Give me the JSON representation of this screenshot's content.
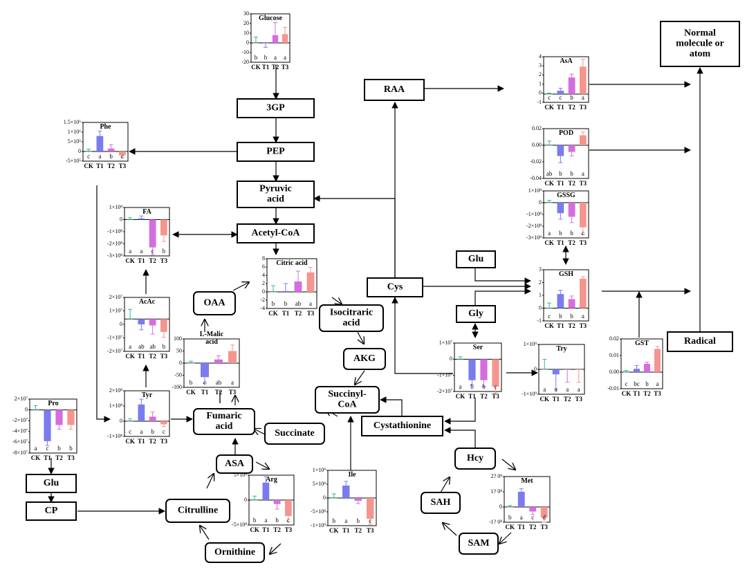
{
  "colors": {
    "CK": "#2eb88a",
    "T1": "#7b7bf0",
    "T2": "#d46ee0",
    "T3": "#f5958f"
  },
  "nodes": {
    "g3p": "3GP",
    "pep": "PEP",
    "pyruvic": "Pyruvic\nacid",
    "acetyl": "Acetyl-CoA",
    "raa": "RAA",
    "normal": "Normal\nmolecule or\natom",
    "oaa": "OAA",
    "isocitraric": "Isocitraric\nacid",
    "akg": "AKG",
    "succinyl": "Succinyl-\nCoA",
    "fumaric": "Fumaric\nacid",
    "succinate": "Succinate",
    "cystathionine": "Cystathionine",
    "cys": "Cys",
    "glu_right": "Glu",
    "gly": "Gly",
    "radical": "Radical",
    "glu_left": "Glu",
    "cp": "CP",
    "asa": "ASA",
    "citrulline": "Citrulline",
    "ornithine": "Ornithine",
    "hcy": "Hcy",
    "sah": "SAH",
    "sam": "SAM"
  },
  "chart_data": [
    {
      "id": "glucose",
      "type": "bar",
      "title": "Glucose",
      "categories": [
        "CK",
        "T1",
        "T2",
        "T3"
      ],
      "values": [
        0,
        -0.5,
        8,
        9
      ],
      "errors": [
        6,
        4,
        13,
        7
      ],
      "letters": [
        "b",
        "b",
        "a",
        "a"
      ],
      "ylim": [
        -20,
        30
      ],
      "ticks": [
        "30",
        "20",
        "10",
        "0",
        "-10",
        "-20"
      ]
    },
    {
      "id": "phe",
      "type": "bar",
      "title": "Phe",
      "categories": [
        "CK",
        "T1",
        "T2",
        "T3"
      ],
      "values": [
        0,
        800000,
        150000,
        -200000
      ],
      "errors": [
        120000,
        250000,
        200000,
        100000
      ],
      "letters": [
        "c",
        "a",
        "b",
        "c"
      ],
      "ylim": [
        -500000,
        1500000
      ],
      "ticks": [
        "1.5×10⁶",
        "1×10⁶",
        "5×10⁵",
        "0",
        "-5×10⁵"
      ]
    },
    {
      "id": "fa",
      "type": "bar",
      "title": "FA",
      "categories": [
        "CK",
        "T1",
        "T2",
        "T3"
      ],
      "values": [
        0,
        0.1,
        -2.3,
        -1.3
      ],
      "errors": [
        0.15,
        0.2,
        0.6,
        0.5
      ],
      "letters": [
        "a",
        "a",
        "c",
        "b"
      ],
      "ylim": [
        -3,
        1
      ],
      "ticks": [
        "1×10⁸",
        "0",
        "-1×10⁸",
        "-2×10⁸",
        "-3×10⁸"
      ]
    },
    {
      "id": "citric",
      "type": "bar",
      "title": "Citric acid",
      "categories": [
        "CK",
        "T1",
        "T2",
        "T3"
      ],
      "values": [
        0,
        0.2,
        2.5,
        4.7
      ],
      "errors": [
        1.5,
        1.8,
        2.5,
        1.2
      ],
      "letters": [
        "b",
        "b",
        "ab",
        "a"
      ],
      "ylim": [
        -4,
        8
      ],
      "ticks": [
        "8",
        "6",
        "4",
        "2",
        "0",
        "-2",
        "-4"
      ]
    },
    {
      "id": "acac",
      "type": "bar",
      "title": "AcAc",
      "categories": [
        "CK",
        "T1",
        "T2",
        "T3"
      ],
      "values": [
        0,
        -0.5,
        -0.6,
        -1.2
      ],
      "errors": [
        0.9,
        0.5,
        0.8,
        0.5
      ],
      "letters": [
        "a",
        "ab",
        "ab",
        "b"
      ],
      "ylim": [
        -3,
        2
      ],
      "ticks": [
        "2×10⁷",
        "1×10⁷",
        "0",
        "-1×10⁷",
        "-2×10⁷"
      ]
    },
    {
      "id": "lmalic",
      "type": "bar",
      "title": "L-Malic\nacid",
      "categories": [
        "CK",
        "T1",
        "T2",
        "T3"
      ],
      "values": [
        0,
        -58,
        15,
        50
      ],
      "errors": [
        8,
        25,
        15,
        25
      ],
      "letters": [
        "b",
        "c",
        "ab",
        "a"
      ],
      "ylim": [
        -100,
        100
      ],
      "ticks": [
        "100",
        "50",
        "0",
        "-50",
        "-100"
      ]
    },
    {
      "id": "tyr",
      "type": "bar",
      "title": "Tyr",
      "categories": [
        "CK",
        "T1",
        "T2",
        "T3"
      ],
      "values": [
        0,
        1.1,
        0.3,
        -0.2
      ],
      "errors": [
        0.15,
        0.35,
        0.3,
        0.15
      ],
      "letters": [
        "c",
        "a",
        "b",
        "c"
      ],
      "ylim": [
        -1,
        2
      ],
      "ticks": [
        "2×10⁸",
        "1×10⁸",
        "0",
        "-1×10⁸"
      ]
    },
    {
      "id": "pro",
      "type": "bar",
      "title": "Pro",
      "categories": [
        "CK",
        "T1",
        "T2",
        "T3"
      ],
      "values": [
        0,
        -5.8,
        -2.8,
        -2.8
      ],
      "errors": [
        0.8,
        0.8,
        0.8,
        0.8
      ],
      "letters": [
        "a",
        "c",
        "b",
        "b"
      ],
      "ylim": [
        -8,
        2
      ],
      "ticks": [
        "2×10⁷",
        "0",
        "-2×10⁷",
        "-4×10⁷",
        "-6×10⁷",
        "-8×10⁷"
      ]
    },
    {
      "id": "arg",
      "type": "bar",
      "title": "Arg",
      "categories": [
        "CK",
        "T1",
        "T2",
        "T3"
      ],
      "values": [
        0,
        3.5,
        -0.8,
        -3.2
      ],
      "errors": [
        0.8,
        1.2,
        1,
        1.2
      ],
      "letters": [
        "b",
        "a",
        "b",
        "c"
      ],
      "ylim": [
        -5,
        5
      ],
      "ticks": [
        "5×10⁸",
        "0",
        "-5×10⁸"
      ]
    },
    {
      "id": "ile",
      "type": "bar",
      "title": "Ile",
      "categories": [
        "CK",
        "T1",
        "T2",
        "T3"
      ],
      "values": [
        0,
        4.5,
        -1,
        -7.5
      ],
      "errors": [
        1.5,
        1.5,
        1,
        2
      ],
      "letters": [
        "b",
        "a",
        "b",
        "c"
      ],
      "ylim": [
        -10,
        10
      ],
      "ticks": [
        "1×10⁹",
        "5×10⁸",
        "0",
        "-5×10⁸",
        "-1×10⁹"
      ]
    },
    {
      "id": "asa_chart",
      "type": "bar",
      "title": "AsA",
      "categories": [
        "CK",
        "T1",
        "T2",
        "T3"
      ],
      "values": [
        0,
        0.4,
        2,
        3.3
      ],
      "errors": [
        0.1,
        0.3,
        0.4,
        0.9
      ],
      "letters": [
        "c",
        "c",
        "b",
        "a"
      ],
      "ylim": [
        -1,
        4.5
      ],
      "ticks": [
        "4",
        "3",
        "2",
        "1",
        "0",
        "-1"
      ]
    },
    {
      "id": "pod",
      "type": "bar",
      "title": "POD",
      "categories": [
        "CK",
        "T1",
        "T2",
        "T3"
      ],
      "values": [
        0,
        -0.013,
        -0.008,
        0.012
      ],
      "errors": [
        0.005,
        0.008,
        0.005,
        0.004
      ],
      "letters": [
        "ab",
        "b",
        "b",
        "a"
      ],
      "ylim": [
        -0.04,
        0.02
      ],
      "ticks": [
        "0.02",
        "0.00",
        "-0.02",
        "-0.04"
      ]
    },
    {
      "id": "gssg",
      "type": "bar",
      "title": "GSSG",
      "categories": [
        "CK",
        "T1",
        "T2",
        "T3"
      ],
      "values": [
        0,
        -0.9,
        -1.2,
        -2.1
      ],
      "errors": [
        0.2,
        0.5,
        0.5,
        0.6
      ],
      "letters": [
        "a",
        "b",
        "b",
        "c"
      ],
      "ylim": [
        -3,
        1
      ],
      "ticks": [
        "1×10⁸",
        "0",
        "-1×10⁸",
        "-2×10⁸",
        "-3×10⁸"
      ]
    },
    {
      "id": "gsh",
      "type": "bar",
      "title": "GSH",
      "categories": [
        "CK",
        "T1",
        "T2",
        "T3"
      ],
      "values": [
        0,
        1.1,
        0.7,
        2.3
      ],
      "errors": [
        0.4,
        0.3,
        0.25,
        0.15
      ],
      "letters": [
        "c",
        "b",
        "b",
        "a"
      ],
      "ylim": [
        -1,
        3
      ],
      "ticks": [
        "3",
        "2",
        "1",
        "0",
        "-1"
      ]
    },
    {
      "id": "ser",
      "type": "bar",
      "title": "Ser",
      "categories": [
        "CK",
        "T1",
        "T2",
        "T3"
      ],
      "values": [
        0,
        -1.3,
        -1.3,
        -1.7
      ],
      "errors": [
        0.15,
        0.3,
        0.4,
        0.4
      ],
      "letters": [
        "a",
        "b",
        "b",
        "c"
      ],
      "ylim": [
        -2,
        1
      ],
      "ticks": [
        "1×10⁷",
        "0",
        "-1×10⁷",
        "-2×10⁷"
      ]
    },
    {
      "id": "try",
      "type": "bar",
      "title": "Try",
      "categories": [
        "CK",
        "T1",
        "T2",
        "T3"
      ],
      "values": [
        0,
        -0.2,
        -0.02,
        -0.02
      ],
      "errors": [
        0.4,
        0.6,
        0.5,
        0.5
      ],
      "letters": [
        "a",
        "a",
        "a",
        "a"
      ],
      "ylim": [
        -1,
        1
      ],
      "ticks": [
        "1×10⁹",
        "0",
        "-1×10⁹"
      ]
    },
    {
      "id": "gst",
      "type": "bar",
      "title": "GST",
      "categories": [
        "CK",
        "T1",
        "T2",
        "T3"
      ],
      "values": [
        0,
        0.002,
        0.005,
        0.014
      ],
      "errors": [
        0.001,
        0.002,
        0.001,
        0.0015
      ],
      "letters": [
        "c",
        "bc",
        "b",
        "a"
      ],
      "ylim": [
        -0.01,
        0.02
      ],
      "ticks": [
        "0.02",
        "0.01",
        "0.00",
        "-0.01"
      ]
    },
    {
      "id": "met",
      "type": "bar",
      "title": "Met",
      "categories": [
        "CK",
        "T1",
        "T2",
        "T3"
      ],
      "values": [
        0,
        1,
        -0.3,
        -0.7
      ],
      "errors": [
        0.1,
        0.2,
        0.2,
        0.3
      ],
      "letters": [
        "b",
        "a",
        "c",
        "d"
      ],
      "ylim": [
        -1,
        2
      ],
      "ticks": [
        "2? 0⁸",
        "1? 0⁸",
        "0",
        "-1? 0⁸"
      ]
    }
  ]
}
